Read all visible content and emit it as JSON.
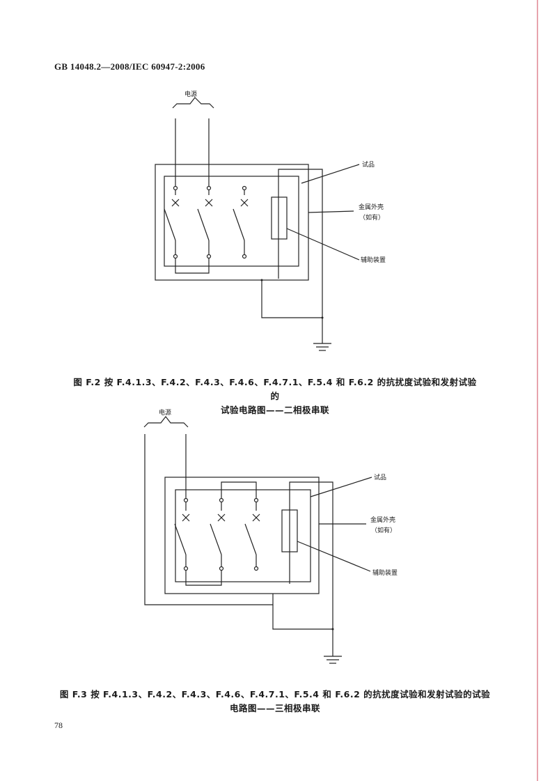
{
  "header": {
    "standard_number": "GB 14048.2—2008/IEC 60947-2:2006"
  },
  "figures": [
    {
      "labels": {
        "power": "电源",
        "sample": "试品",
        "enclosure": "金属外壳",
        "enclosure_note": "（如有）",
        "auxiliary": "辅助装置"
      },
      "caption_line1": "图 F.2   按 F.4.1.3、F.4.2、F.4.3、F.4.6、F.4.7.1、F.5.4 和 F.6.2 的抗扰度试验和发射试验的",
      "caption_line2": "试验电路图——二相极串联"
    },
    {
      "labels": {
        "power": "电源",
        "sample": "试品",
        "enclosure": "金属外壳",
        "enclosure_note": "（如有）",
        "auxiliary": "辅助装置"
      },
      "caption_line1": "图 F.3   按 F.4.1.3、F.4.2、F.4.3、F.4.6、F.4.7.1、F.5.4 和 F.6.2 的抗扰度试验和发射试验的试验",
      "caption_line2": "电路图——三相极串联"
    }
  ],
  "page_number": "78"
}
